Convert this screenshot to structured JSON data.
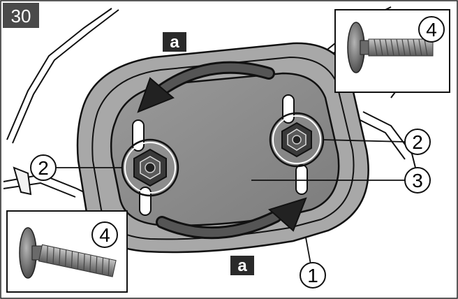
{
  "figure": {
    "number": "30"
  },
  "rotation_marker": {
    "top": "a",
    "bottom": "a"
  },
  "callouts": {
    "bolt_left": "2",
    "bolt_right": "2",
    "plate": "3",
    "housing": "1",
    "inset_top": "4",
    "inset_bottom": "4"
  },
  "colors": {
    "plate": "#8c8c8c",
    "plate_dark": "#5e5e5e",
    "housing": "#9a9a9a",
    "line": "#111111",
    "label_bg": "#2a2a2a"
  }
}
